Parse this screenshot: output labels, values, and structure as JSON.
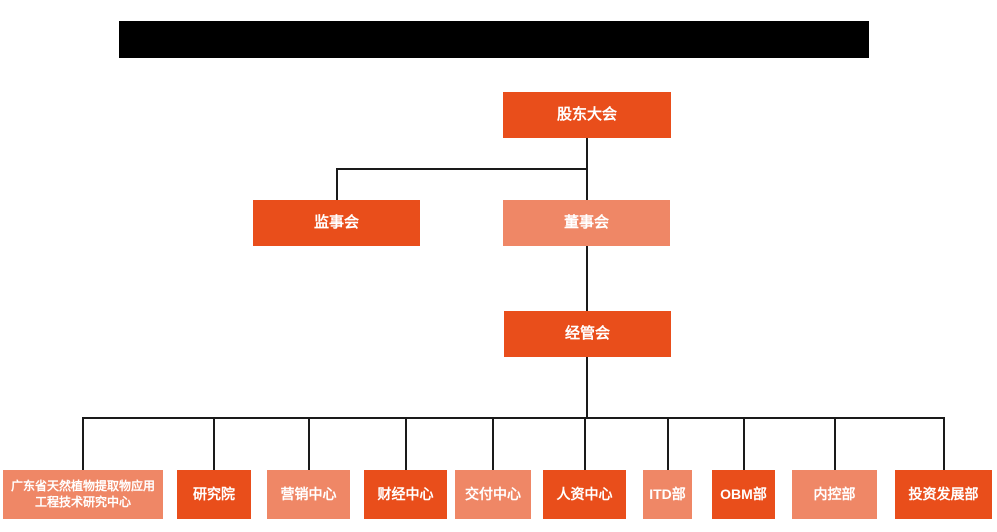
{
  "colors": {
    "primary": "#E94E1B",
    "secondary": "#EF8766",
    "line": "#1a1a1a",
    "node_text": "#ffffff"
  },
  "org_chart": {
    "shareholders": {
      "label": "股东大会",
      "variant": "primary"
    },
    "supervisory_board": {
      "label": "监事会",
      "variant": "primary"
    },
    "board_of_directors": {
      "label": "董事会",
      "variant": "secondary"
    },
    "management_committee": {
      "label": "经管会",
      "variant": "primary"
    },
    "departments": [
      {
        "label": "广东省天然植物提取物应用工程技术研究中心",
        "variant": "secondary"
      },
      {
        "label": "研究院",
        "variant": "primary"
      },
      {
        "label": "营销中心",
        "variant": "secondary"
      },
      {
        "label": "财经中心",
        "variant": "primary"
      },
      {
        "label": "交付中心",
        "variant": "secondary"
      },
      {
        "label": "人资中心",
        "variant": "primary"
      },
      {
        "label": "ITD部",
        "variant": "secondary"
      },
      {
        "label": "OBM部",
        "variant": "primary"
      },
      {
        "label": "内控部",
        "variant": "secondary"
      },
      {
        "label": "投资发展部",
        "variant": "primary"
      }
    ]
  }
}
